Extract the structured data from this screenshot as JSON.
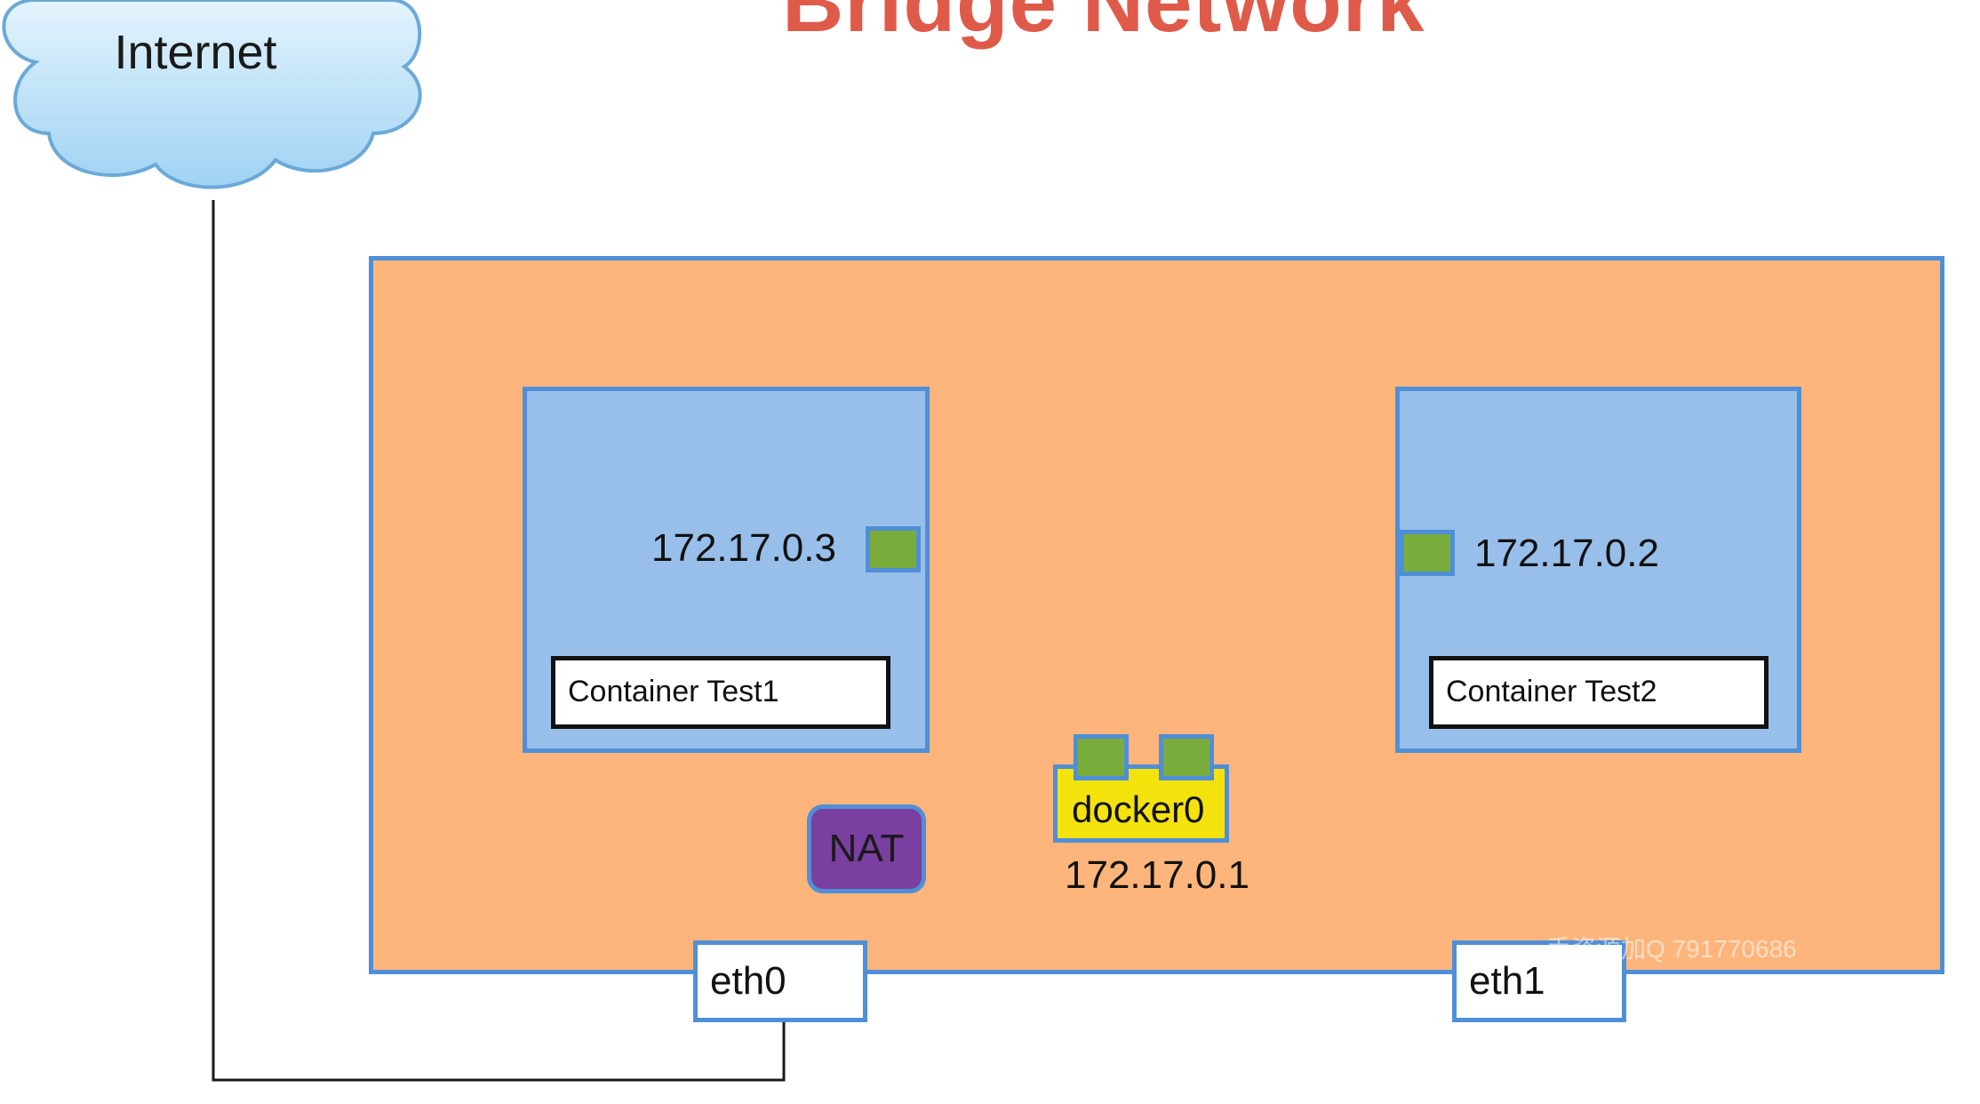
{
  "title": "Bridge Network",
  "internet": {
    "label": "Internet"
  },
  "containers": [
    {
      "name": "Container Test1",
      "ip": "172.17.0.3"
    },
    {
      "name": "Container Test2",
      "ip": "172.17.0.2"
    }
  ],
  "bridge": {
    "name": "docker0",
    "ip": "172.17.0.1"
  },
  "nat": {
    "label": "NAT"
  },
  "interfaces": {
    "eth0": "eth0",
    "eth1": "eth1"
  },
  "watermark": "一手资源加Q  791770686",
  "colors": {
    "title": "#e05a4a",
    "host": "#fdb57c",
    "container": "#98bfe9",
    "border": "#4f8fd8",
    "port": "#7aac3c",
    "docker0": "#f4e20d",
    "nat": "#7a3fa0",
    "cloud": "#bfe3f8"
  }
}
